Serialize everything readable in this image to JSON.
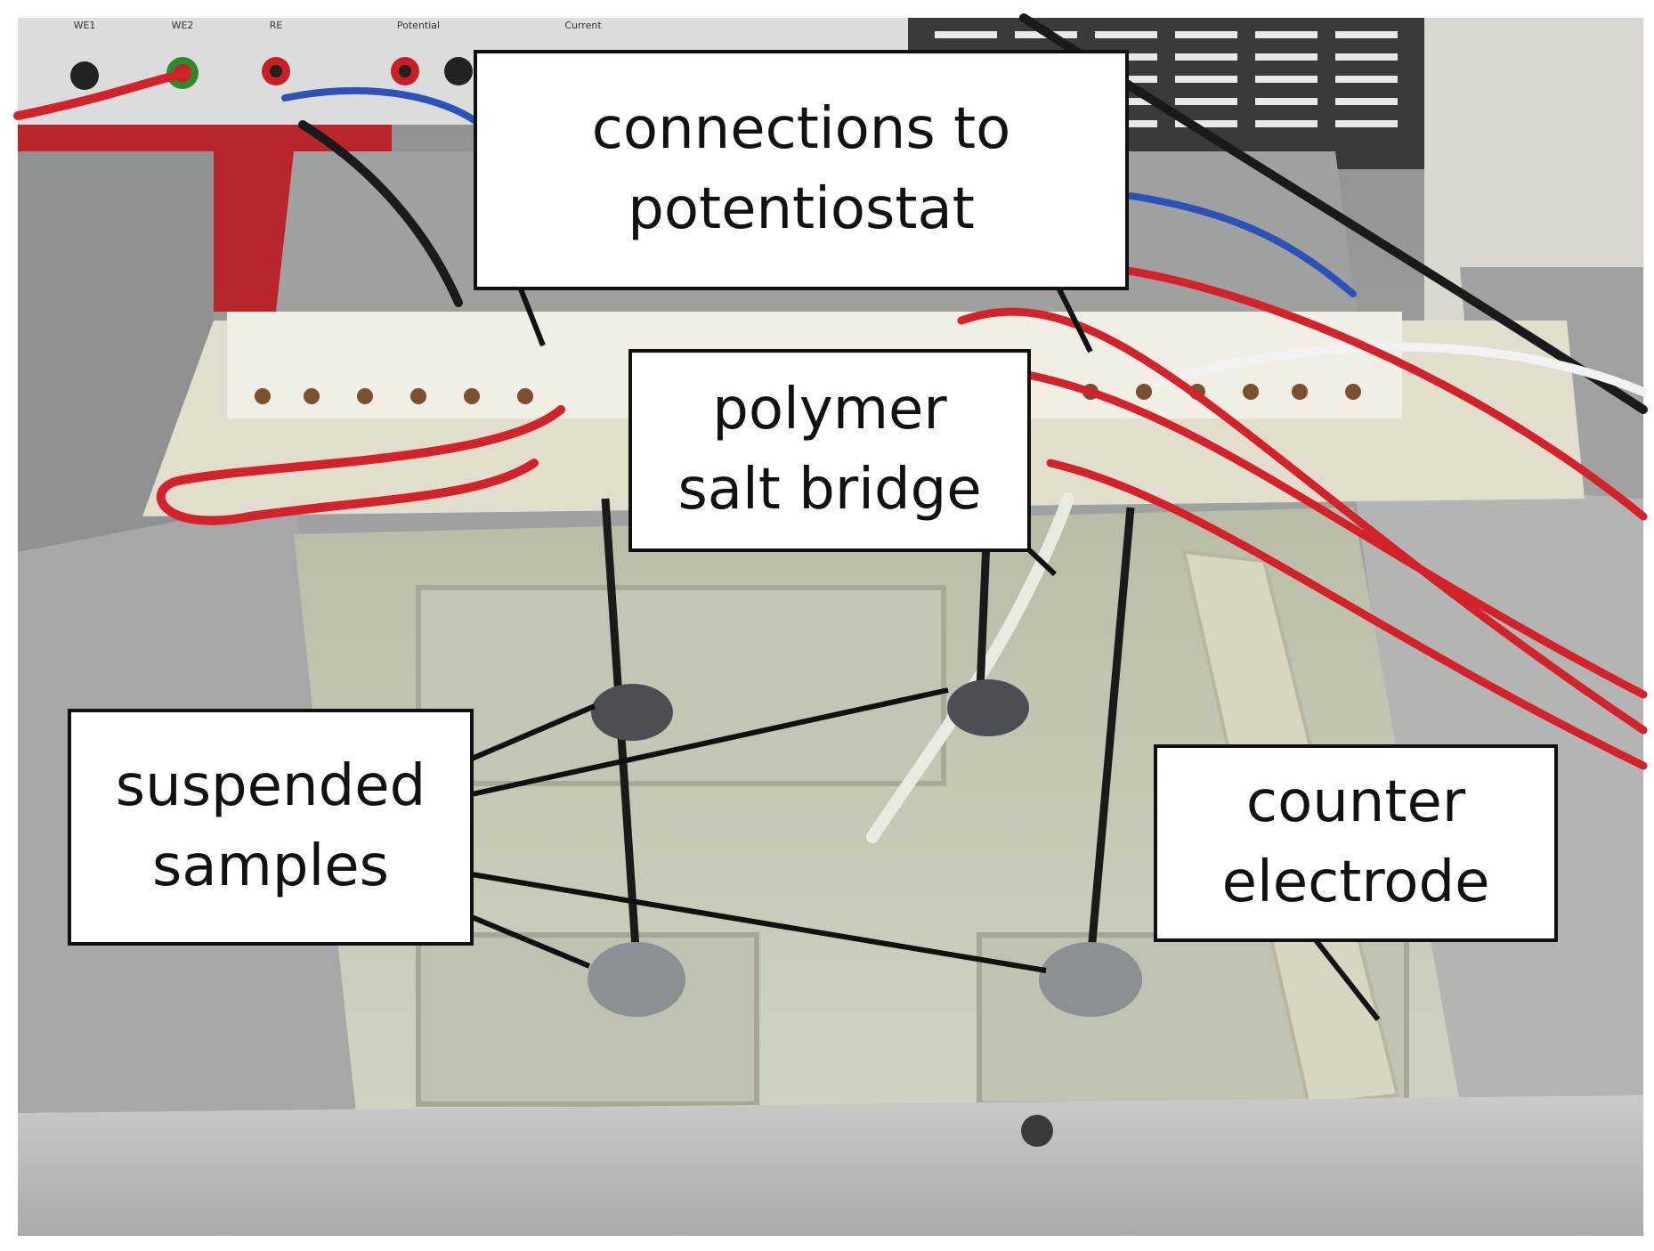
{
  "photo": {
    "subject": "electrochemical immersion cell with suspended disc samples, terminal block and red/blue/black leads",
    "colors": {
      "tank": "#a8aca8",
      "electrolyte": "#c7cbb8",
      "terminal_block": "#e4e0d2",
      "red_wire": "#d3222a",
      "blue_wire": "#2a52b8",
      "black_wire": "#1a1a1a",
      "potentiostat": "#dedede",
      "border": "#ffffff"
    }
  },
  "potentiostat_labels": [
    "WE1",
    "WE2",
    "RE",
    "Potential",
    "Current"
  ],
  "callouts": {
    "connections": {
      "line1": "connections to",
      "line2": "potentiostat"
    },
    "salt_bridge": {
      "line1": "polymer",
      "line2": "salt bridge"
    },
    "samples": {
      "line1": "suspended",
      "line2": "samples"
    },
    "counter": {
      "line1": "counter",
      "line2": "electrode"
    }
  }
}
